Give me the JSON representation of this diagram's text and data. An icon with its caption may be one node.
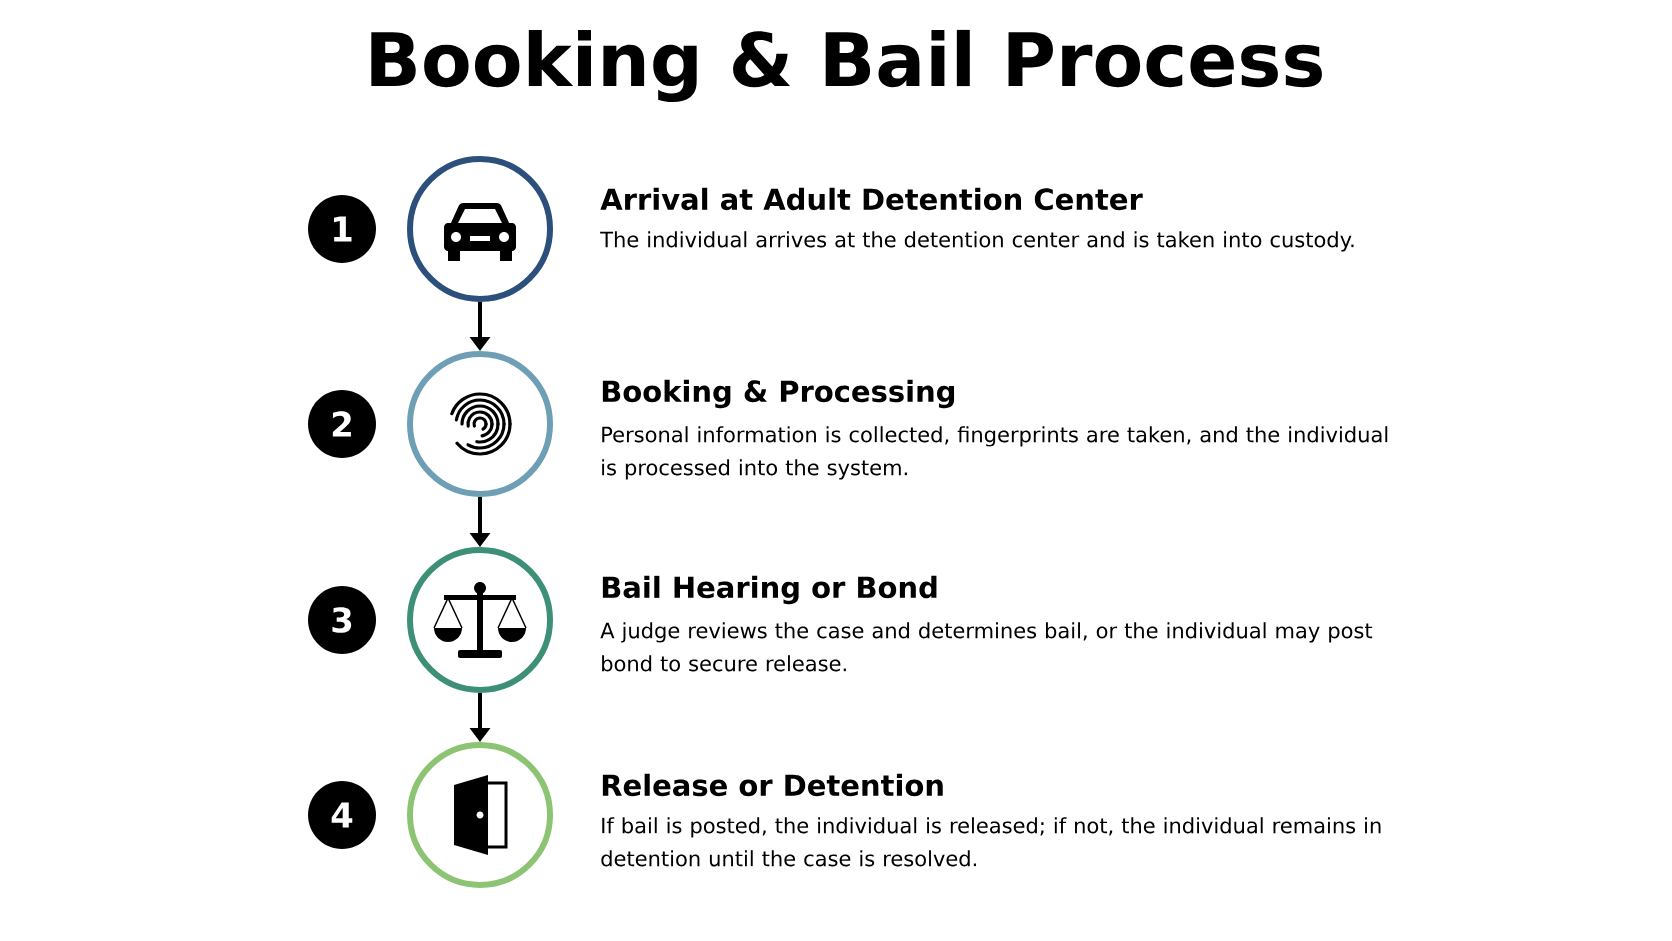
{
  "diagram": {
    "title": "Booking & Bail Process",
    "nodes": [
      {
        "text": [
          "1"
        ]
      },
      {
        "text": [],
        "shape": "circle",
        "beside": [
          "Arrival at Adult Detention Center",
          "The individual arrives at the detention center and is taken into custody."
        ]
      },
      {
        "text": [
          "2"
        ]
      },
      {
        "text": [],
        "shape": "circle",
        "beside": [
          "Booking & Processing",
          "Personal information is collected, fingerprints are taken, and the individual is processed into the system."
        ]
      },
      {
        "text": [
          "3"
        ]
      },
      {
        "text": [],
        "shape": "circle",
        "beside": [
          "Bail Hearing or Bond",
          "A judge reviews the case and determines bail, or the individual may post bond to secure release."
        ]
      },
      {
        "text": [
          "4"
        ]
      },
      {
        "text": [],
        "shape": "circle",
        "beside": [
          "Release or Detention",
          "If bail is posted, the individual is released; if not, the individual remains in detention until the case is resolved."
        ]
      }
    ],
    "edges": [
      {
        "from": 1,
        "to": 3,
        "arrow": "to"
      },
      {
        "from": 3,
        "to": 5,
        "arrow": "to"
      },
      {
        "from": 5,
        "to": 7,
        "arrow": "to"
      }
    ]
  }
}
